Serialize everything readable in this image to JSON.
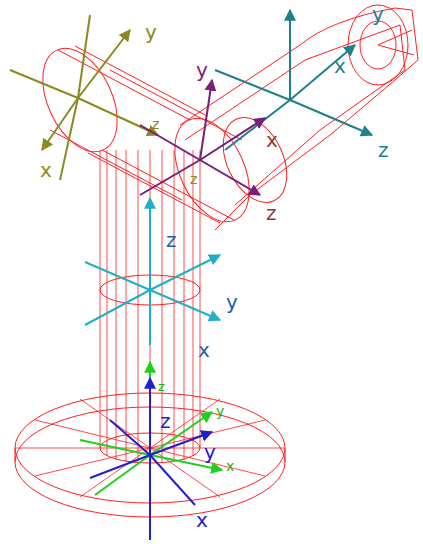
{
  "diagram": {
    "labels": [
      "y",
      "x",
      "z",
      "y",
      "x",
      "z",
      "y",
      "x",
      "z",
      "z",
      "z",
      "y",
      "x",
      "z",
      "z",
      "y",
      "y",
      "x",
      "x"
    ]
  }
}
